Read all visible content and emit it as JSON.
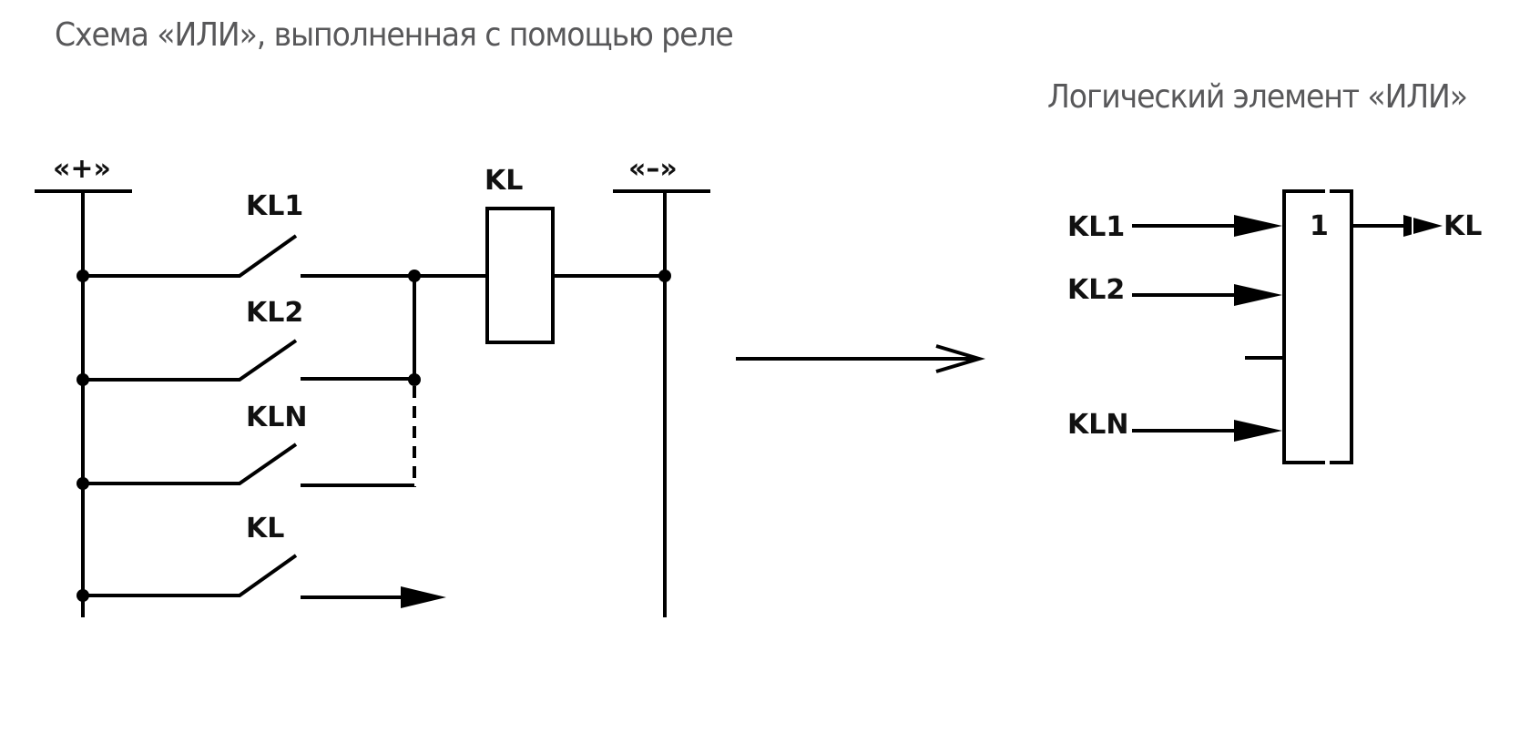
{
  "titles": {
    "left": "Схема «ИЛИ», выполненная с помощью реле",
    "right": "Логический элемент «ИЛИ»"
  },
  "relay_circuit": {
    "plus_bus_label": "«+»",
    "minus_bus_label": "«–»",
    "coil_label": "KL",
    "contacts": [
      {
        "label": "KL1",
        "type": "normally-open"
      },
      {
        "label": "KL2",
        "type": "normally-open"
      },
      {
        "label": "KLN",
        "type": "normally-open"
      },
      {
        "label": "KL",
        "type": "normally-open",
        "output": true
      }
    ]
  },
  "transform_arrow": "arrow-right",
  "logic_element": {
    "symbol": "1",
    "inputs": [
      "KL1",
      "KL2",
      "KLN"
    ],
    "output": "KL"
  }
}
